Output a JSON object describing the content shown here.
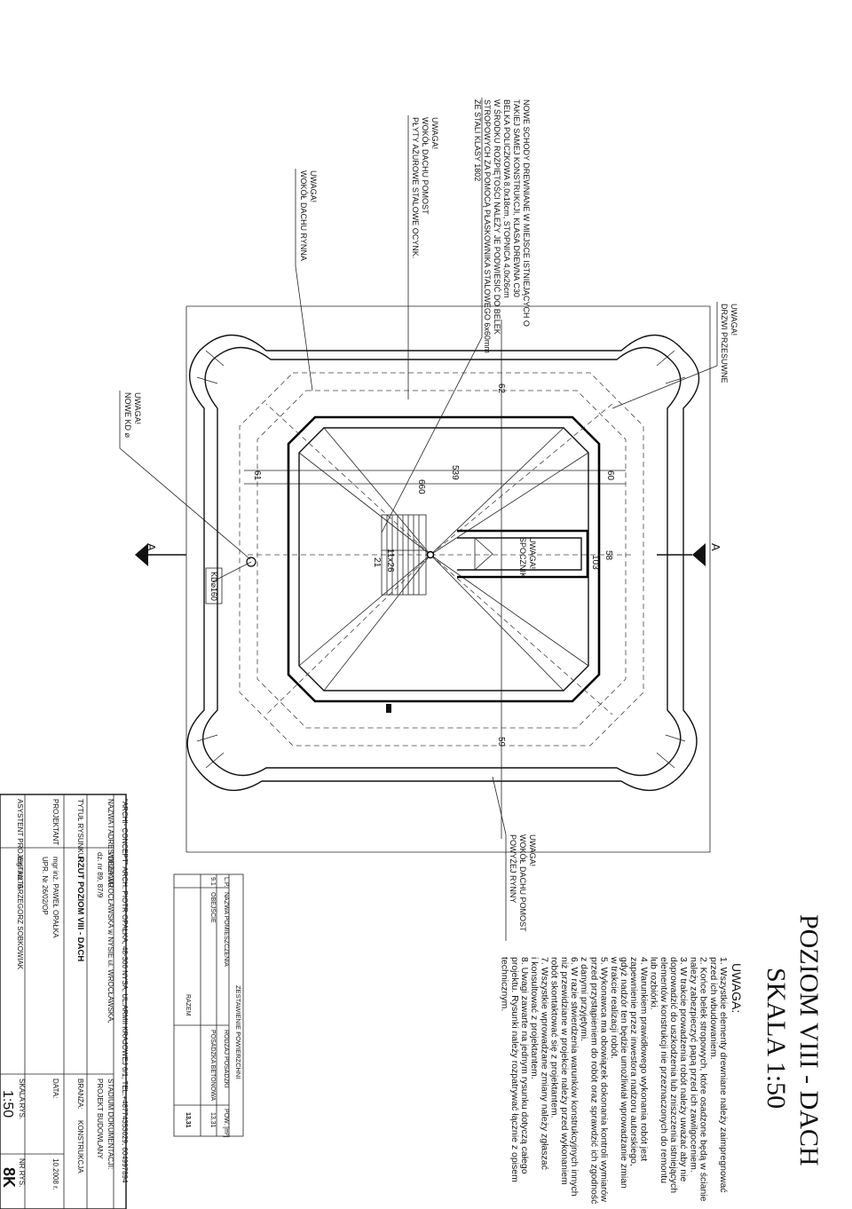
{
  "title": {
    "line1": "POZIOM VIII - DACH",
    "line2": "SKALA 1:50"
  },
  "notes_title": "UWAGA:",
  "notes": [
    "1. Wszystkie elementy drewniane należy zaimpregnować",
    "przed ich wbudowaniem.",
    "2. Końce belek stropowych, które osadzone będą w ścianie",
    "należy zabezpieczyć papą przed ich zawilgoceniem.",
    "3. W trakcie prowadzenia robót należy uważać aby nie",
    "doprowadzić do uszkodzenia lub zniszczenia istniejących",
    "elementów konstrukcji nie przeznaczonych do remontu",
    "lub rozbiórki.",
    "4. Warunkiem prawidłowego wykonania robót jest",
    "zapewnienie przez inwestora nadzoru autorskiego,",
    "gdyż nadzór ten będzie umożliwiał wprowadzanie zmian",
    "w trakcie realizacji robót.",
    "5. Wykonawca ma obowiązek dokonania kontroli wymiarów",
    "przed przystąpieniem do robót oraz sprawdzić ich zgodność",
    "z danymi przyjętymi.",
    "6. W razie stwierdzenia warunków konstrukcyjnych innych",
    "niż przewidziane w projekcie należy przed wykonaniem",
    "robót skontaktować się z projektantem.",
    "7. Wszystkie wprowadzane zmiany należy zgłaszać",
    "i konsultować z projektantem.",
    "8. Uwagi zawarte na jednym rysunku dotyczą całego",
    "projektu. Rysunki należy rozpatrywać łącznie z opisem",
    "technicznym."
  ],
  "annotations": {
    "stairs_note": [
      "NOWE SCHODY DREWNIANE W MIEJSCE ISTNIEJĄCYCH O",
      "TAKIEJ SAMEJ KONSTRUKCJI, KLASA DREWNA C30",
      "BELKA POLICZKOWA 8,0x18cm, STOPNICA 4,0x26cm",
      "W ŚRODKU ROZPIĘTOŚCI NALEŻY JE PODWIESIĆ DO BELEK",
      "STROPOWYCH ZA POMOCĄ PŁASKOWNIKA STALOWEGO 6x60mm",
      "ZE STALI KLASY 1802"
    ],
    "walkway_plates": [
      "UWAGA!",
      "WOKÓŁ DACHU POMOST",
      "PŁYTY AŻUROWE STALOWE OCYNK."
    ],
    "gutter": [
      "UWAGA!",
      "WOKÓŁ DACHU RYNNA"
    ],
    "downpipe": [
      "UWAGA!",
      "NOWE KD ⌀"
    ],
    "sliding_door": [
      "UWAGA!",
      "DRZWI PRZESUWNE"
    ],
    "landing": [
      "UWAGA!",
      "SPOCZNIK"
    ],
    "walkway_above_gutter": [
      "UWAGA!",
      "WOKÓŁ DACHU POMOST",
      "POWYŻEJ RYNNY"
    ],
    "kd_tag": "KD⌀160"
  },
  "dimensions": {
    "d62": "62",
    "d61": "61",
    "d539": "539",
    "d660": "660",
    "d60": "60",
    "d58": "58",
    "d103": "103",
    "d59": "59",
    "stairs_spec": "11x26",
    "stairs_count": "21",
    "section_mark": "A"
  },
  "summary_table": {
    "title": "ZESTAWIENIE POWIERZCHNI",
    "headers": [
      "L.P.",
      "NAZWA POMIESZCZENIA",
      "RODZAJ POSADZKI",
      "POW. [m²]"
    ],
    "rows": [
      [
        "9.1",
        "OBEJŚCIE",
        "POSADZKA BETONOWA",
        "13,31"
      ]
    ],
    "total_label": "RAZEM",
    "total_value": "13,31"
  },
  "title_block": {
    "firm": "\"ARCHI- CONCEPT\" ARCH. PIOTR OPAŁKA, 48-300 NYSA, UL.ARMII KRAJOWEJ 6/1, TEL.+48774353029, 604997894",
    "object_label": "NAZWA I ADRES OBIEKTU",
    "object_value": "WIEŻA WROCŁAWSKA w NYSIE ul. WROCŁAWSKA,",
    "object_value2": "dz. nr 89, 87/9",
    "stage_label": "STADIUM DOKUMENTACJI:",
    "stage_value": "PROJEKT BUDOWLANY",
    "drawing_label": "TYTUŁ RYSUNKU",
    "drawing_value": "RZUT POZIOM VIII - DACH",
    "branch_label": "BRANŻA:",
    "branch_value": "KONSTRUKCJA",
    "designer_label": "PROJEKTANT",
    "designer_value": "mgr inż. PAWEŁ OPAŁKA",
    "designer_value2": "UPR. Nr 26/02/OP",
    "date_label": "DATA:",
    "date_value": "10.2008 r.",
    "assistant_label": "ASYSTENT PROJEKTANTA",
    "assistant_value": "mgr inż. GRZEGORZ SOBKOWIAK",
    "scale_label": "SKALA RYS.",
    "scale_value": "1:50",
    "number_label": "NR RYS.",
    "number_value": "8K"
  }
}
